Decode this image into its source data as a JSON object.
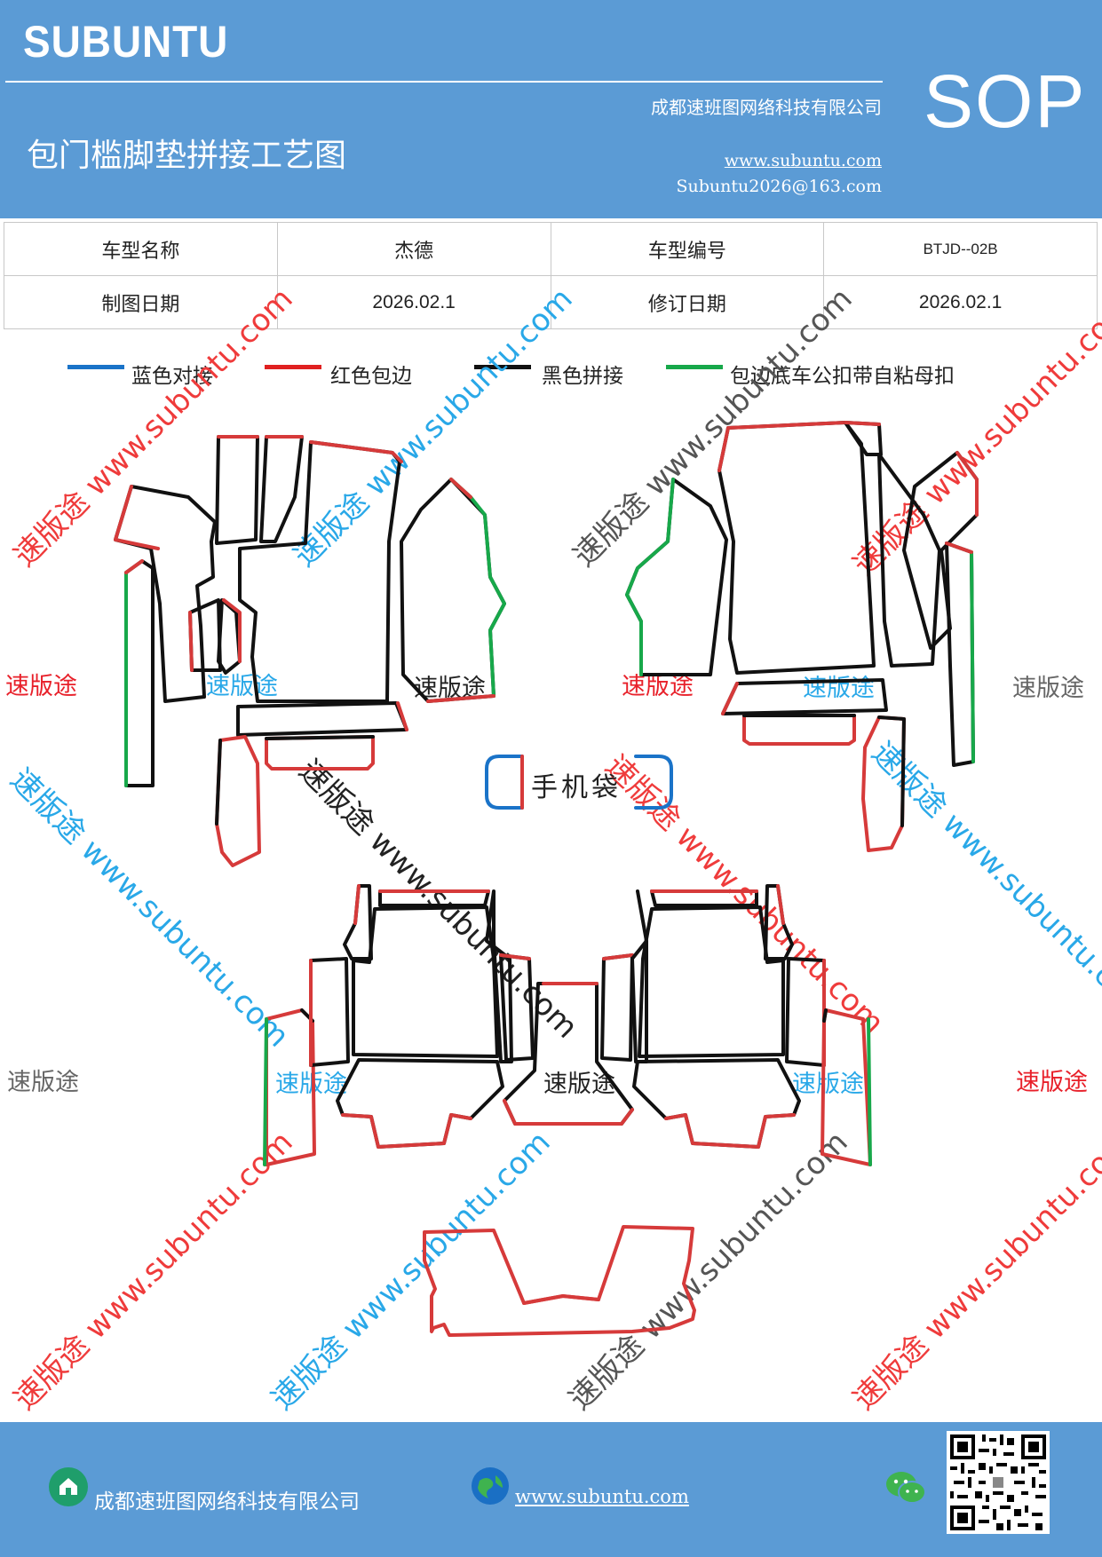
{
  "header": {
    "brand": "SUBUNTU",
    "sop": "SOP",
    "title": "包门槛脚垫拼接工艺图",
    "company": "成都速班图网络科技有限公司",
    "website": "www.subuntu.com",
    "email": "Subuntu2026@163.com"
  },
  "info": {
    "model_name_label": "车型名称",
    "model_name": "杰德",
    "model_code_label": "车型编号",
    "model_code": "BTJD--02B",
    "draw_date_label": "制图日期",
    "draw_date": "2026.02.1",
    "revise_date_label": "修订日期",
    "revise_date": "2026.02.1"
  },
  "legend": [
    {
      "label": "蓝色对接",
      "color": "#1a73c8"
    },
    {
      "label": "红色包边",
      "color": "#e02020"
    },
    {
      "label": "黑色拼接",
      "color": "#111111"
    },
    {
      "label": "包边底车公扣带自粘母扣",
      "color": "#17a84a"
    }
  ],
  "drawing": {
    "phone_bag_label": "手机袋",
    "brand_mark": "速版途",
    "watermark_url": "www.subuntu.com",
    "diag_watermark": "速版途 www.subuntu.com"
  },
  "colors": {
    "blue_edge": "#1a73c8",
    "red_edge": "#d63a3a",
    "black_edge": "#111111",
    "green_edge": "#17a84a",
    "header_bg": "#5b9bd5"
  },
  "footer": {
    "company": "成都速班图网络科技有限公司",
    "website": "www.subuntu.com"
  }
}
